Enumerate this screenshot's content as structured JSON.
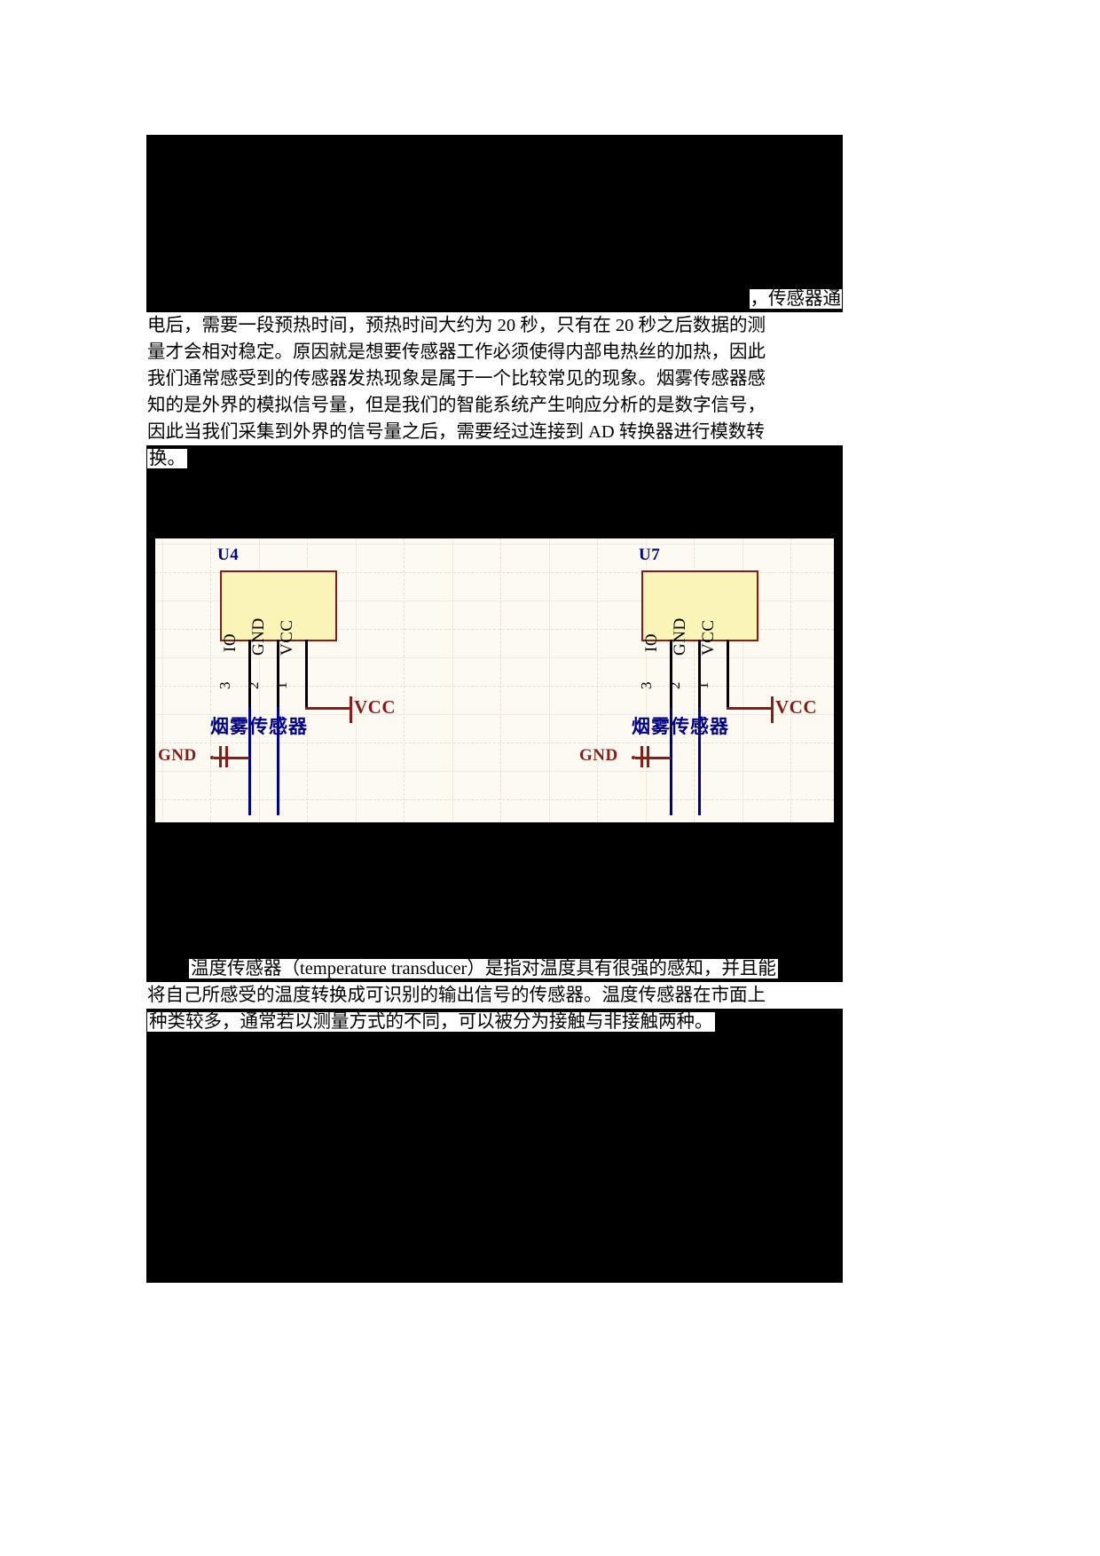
{
  "document": {
    "page_background": "#ffffff",
    "content_background": "#000000",
    "text_color": "#000000",
    "text_strip_background": "#ffffff"
  },
  "paragraph1": {
    "lines": [
      {
        "text": "，传感器通",
        "align": "right"
      },
      {
        "text": "电后，需要一段预热时间，预热时间大约为 20 秒，只有在 20 秒之后数据的测",
        "align": "left"
      },
      {
        "text": "量才会相对稳定。原因就是想要传感器工作必须使得内部电热丝的加热，因此",
        "align": "left"
      },
      {
        "text": "我们通常感受到的传感器发热现象是属于一个比较常见的现象。烟雾传感器感",
        "align": "left"
      },
      {
        "text": "知的是外界的模拟信号量，但是我们的智能系统产生响应分析的是数字信号，",
        "align": "left"
      },
      {
        "text": "因此当我们采集到外界的信号量之后，需要经过连接到 AD 转换器进行模数转",
        "align": "left"
      },
      {
        "text": "换。",
        "align": "partial"
      }
    ]
  },
  "paragraph2": {
    "lines": [
      {
        "text": "温度传感器（temperature transducer）是指对温度具有很强的感知，并且能",
        "align": "partial-indent"
      },
      {
        "text": "将自己所感受的温度转换成可识别的输出信号的传感器。温度传感器在市面上",
        "align": "left"
      },
      {
        "text": "种类较多，通常若以测量方式的不同，可以被分为接触与非接触两种。",
        "align": "partial"
      }
    ]
  },
  "schematic": {
    "background": "#fdfaf2",
    "accent_red": "#8b1a1a",
    "accent_blue": "#00008b",
    "body_fill": "#fbf5b7",
    "units": [
      {
        "id": "u4",
        "designator": "U4",
        "pins": [
          {
            "name": "IO",
            "number": "3"
          },
          {
            "name": "GND",
            "number": "2"
          },
          {
            "name": "VCC",
            "number": "1"
          }
        ],
        "vcc_label": "VCC",
        "gnd_label": "GND",
        "caption": "烟雾传感器"
      },
      {
        "id": "u7",
        "designator": "U7",
        "pins": [
          {
            "name": "IO",
            "number": "3"
          },
          {
            "name": "GND",
            "number": "2"
          },
          {
            "name": "VCC",
            "number": "1"
          }
        ],
        "vcc_label": "VCC",
        "gnd_label": "GND",
        "caption": "烟雾传感器"
      }
    ]
  }
}
